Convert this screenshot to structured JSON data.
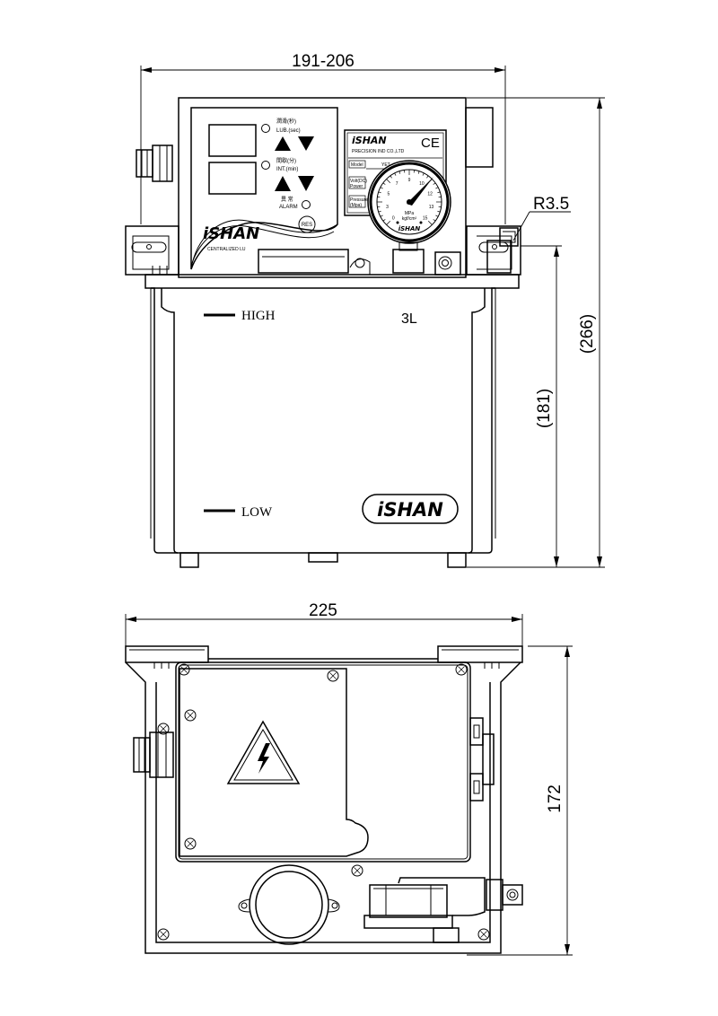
{
  "dimensions": {
    "top_width": "191-206",
    "total_height": "(266)",
    "tank_height": "(181)",
    "radius": "R3.5",
    "bottom_width": "225",
    "bottom_height": "172"
  },
  "tank": {
    "level_high": "HIGH",
    "level_low": "LOW",
    "capacity": "3L"
  },
  "panel": {
    "lub_label_cn": "潤滑(秒)",
    "lub_label": "LUB.(sec)",
    "int_label_cn": "間歇(分)",
    "int_label": "INT.(min)",
    "alarm_label_cn": "異 常",
    "alarm_label": "ALARM",
    "reset_button": "RES",
    "brand": "iSHAN",
    "tagline": "CENTRALIZED LU"
  },
  "nameplate": {
    "brand": "iSHAN",
    "ce_mark": "CE",
    "company": "PRECISION IND CO.,LTD",
    "model_label": "Model",
    "model_value": "YET",
    "row2_label": "Volt(DC)",
    "row2_label_b": "Power",
    "row3_label": "Pressure",
    "row3_label_b": "(Mpa)"
  },
  "gauge": {
    "unit": "MPa",
    "sub_label": "kgf/cm²",
    "brand": "iSHAN",
    "scale": [
      "0",
      "3",
      "5",
      "7",
      "9",
      "10",
      "12",
      "13",
      "15"
    ]
  },
  "tank_logo": "iSHAN",
  "icons": {
    "warning": "high-voltage-warning-icon"
  }
}
